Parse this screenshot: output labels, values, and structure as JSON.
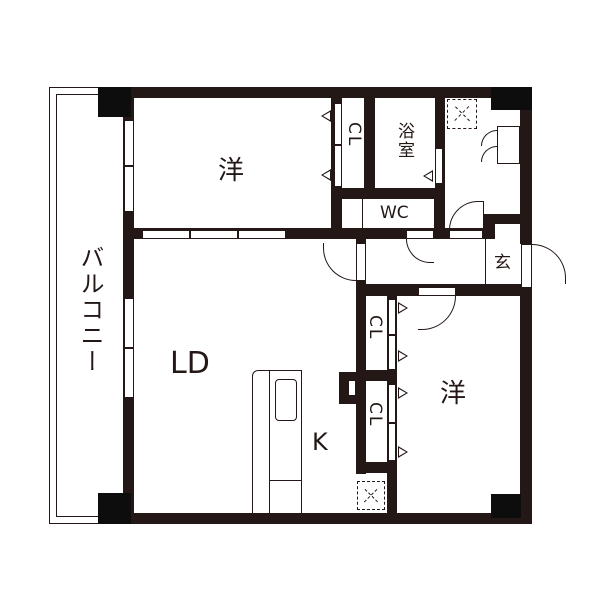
{
  "floor_plan": {
    "colors": {
      "wall": "#231815",
      "column": "#0d0d0d",
      "background": "#ffffff"
    },
    "rooms": {
      "western_room_north": {
        "label": "洋"
      },
      "closet_north": {
        "label": "CL"
      },
      "bathroom": {
        "label": "浴室"
      },
      "toilet": {
        "label": "WC"
      },
      "entrance": {
        "label": "玄"
      },
      "living_dining": {
        "label": "LD"
      },
      "kitchen": {
        "label": "K"
      },
      "western_room_south": {
        "label": "洋"
      },
      "closet_south_1": {
        "label": "CL"
      },
      "closet_south_2": {
        "label": "CL"
      },
      "balcony": {
        "label": "バルコニー"
      }
    }
  }
}
